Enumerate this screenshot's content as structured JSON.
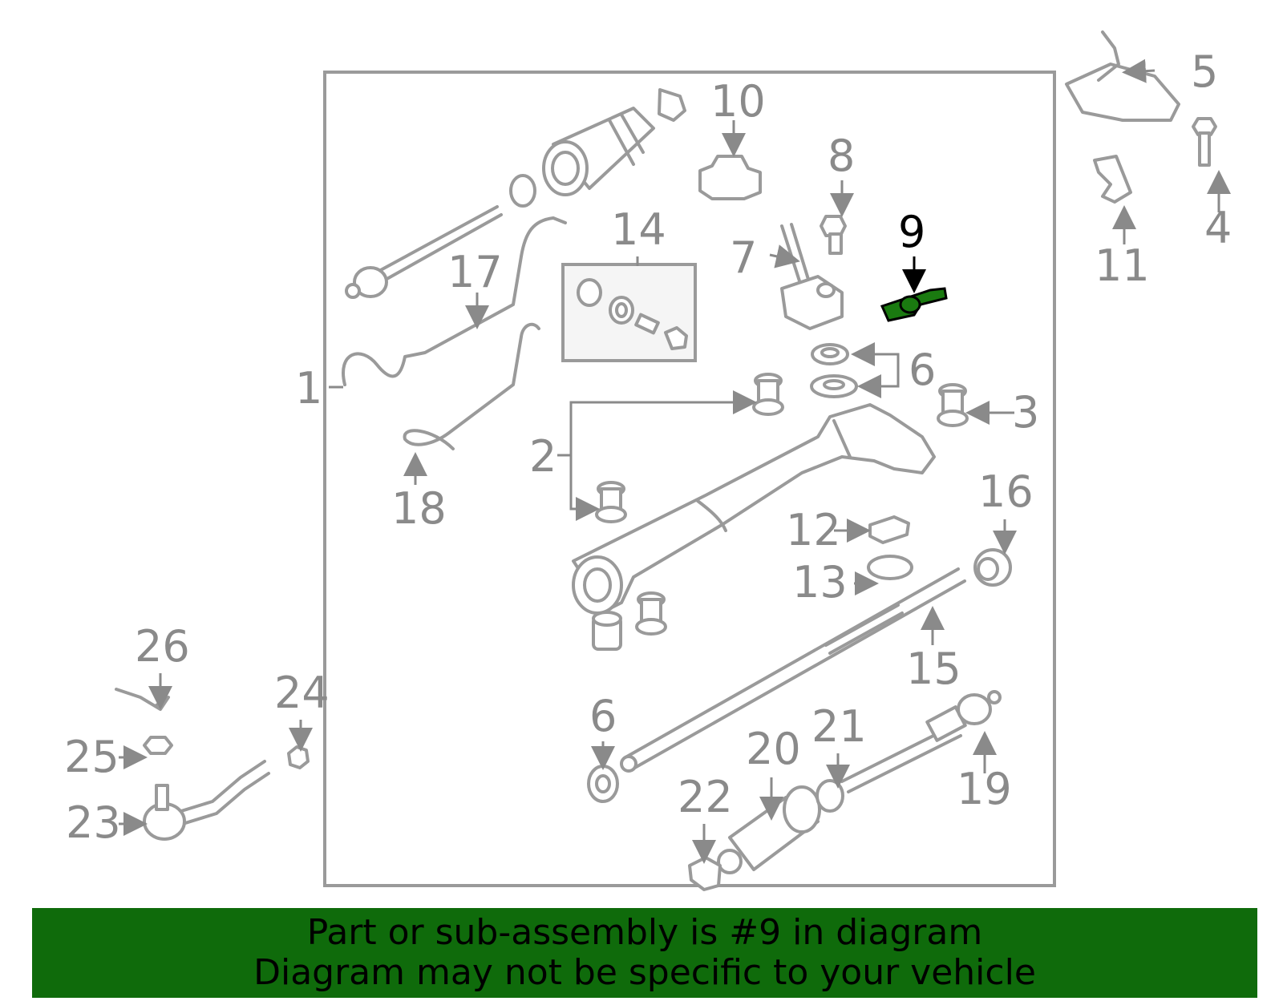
{
  "diagram": {
    "callouts": [
      "1",
      "2",
      "3",
      "4",
      "5",
      "6",
      "6",
      "7",
      "8",
      "9",
      "10",
      "11",
      "12",
      "13",
      "14",
      "15",
      "16",
      "17",
      "18",
      "19",
      "20",
      "21",
      "22",
      "23",
      "24",
      "25",
      "26"
    ],
    "highlighted_part": "9",
    "highlight_color": "#1a7a10"
  },
  "banner": {
    "line1": "Part or sub-assembly is #9 in diagram",
    "line2": "Diagram may not be specific to your vehicle",
    "background": "#0f6b0b"
  }
}
